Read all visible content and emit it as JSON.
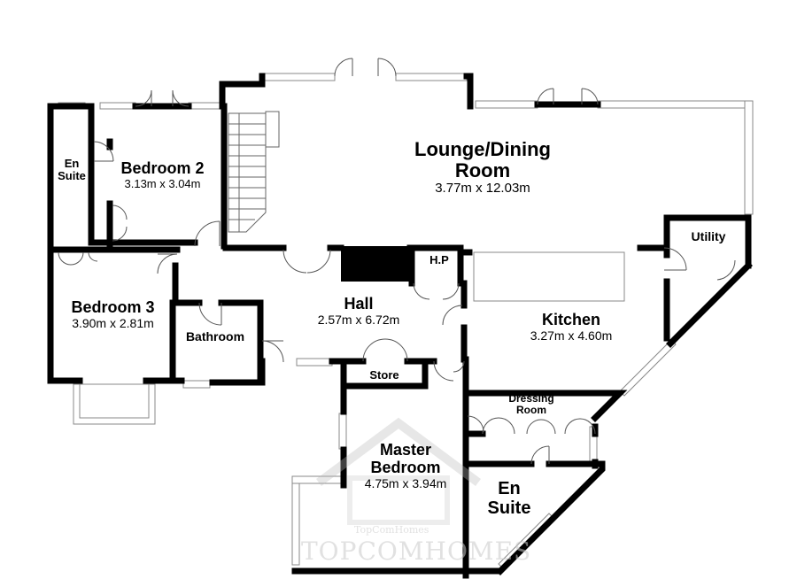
{
  "rooms": {
    "lounge": {
      "name_line1": "Lounge/Dining",
      "name_line2": "Room",
      "dimensions": "3.77m x 12.03m"
    },
    "bedroom2": {
      "name": "Bedroom 2",
      "dimensions": "3.13m x 3.04m"
    },
    "en_suite_small": {
      "name_line1": "En",
      "name_line2": "Suite"
    },
    "bedroom3": {
      "name": "Bedroom 3",
      "dimensions": "3.90m x 2.81m"
    },
    "bathroom": {
      "name": "Bathroom"
    },
    "hall": {
      "name": "Hall",
      "dimensions": "2.57m x 6.72m"
    },
    "hp": {
      "name": "H.P"
    },
    "store": {
      "name": "Store"
    },
    "kitchen": {
      "name": "Kitchen",
      "dimensions": "3.27m x 4.60m"
    },
    "utility": {
      "name": "Utility"
    },
    "dressing_room": {
      "name_line1": "Dressing",
      "name_line2": "Room"
    },
    "master_bedroom": {
      "name_line1": "Master",
      "name_line2": "Bedroom",
      "dimensions": "4.75m x 3.94m"
    },
    "en_suite_master": {
      "name_line1": "En",
      "name_line2": "Suite"
    }
  },
  "watermark": {
    "small": "TopComHomes",
    "large": "TOPCOMHOMES"
  }
}
